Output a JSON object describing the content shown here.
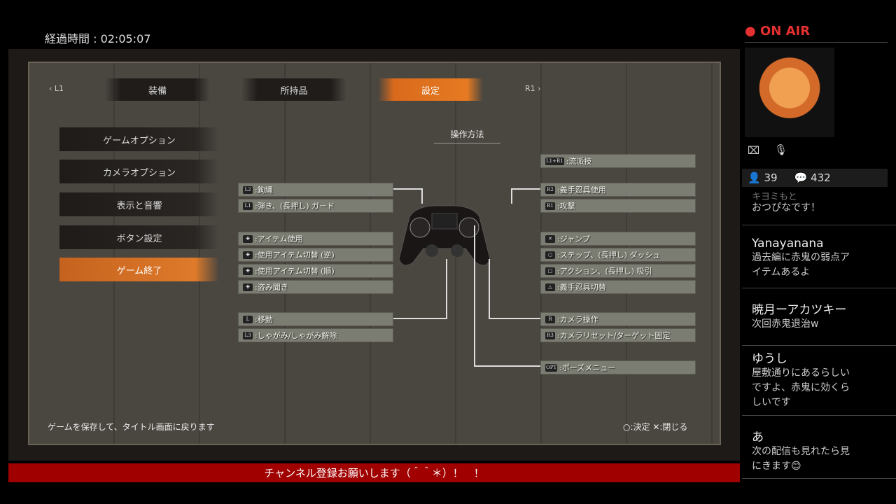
{
  "elapsed": "経過時間 : 02:05:07",
  "tabs": {
    "prev": "L1",
    "next": "R1",
    "items": [
      "装備",
      "所持品",
      "設定"
    ]
  },
  "menu": [
    "ゲームオプション",
    "カメラオプション",
    "表示と音響",
    "ボタン設定",
    "ゲーム終了"
  ],
  "controls_title": "操作方法",
  "left_rows": [
    {
      "k": "L2",
      "t": ":鉤縄"
    },
    {
      "k": "L1",
      "t": ":弾き、(長押し) ガード"
    },
    {
      "k": "✚",
      "t": ":アイテム使用"
    },
    {
      "k": "✚",
      "t": ":使用アイテム切替 (逆)"
    },
    {
      "k": "✚",
      "t": ":使用アイテム切替 (順)"
    },
    {
      "k": "✚",
      "t": ":盗み聞き"
    },
    {
      "k": "L",
      "t": ":移動"
    },
    {
      "k": "L3",
      "t": ":しゃがみ/しゃがみ解除"
    }
  ],
  "right_rows": [
    {
      "k": "L1+R1",
      "t": ":流派技"
    },
    {
      "k": "R2",
      "t": ":義手忍具使用"
    },
    {
      "k": "R1",
      "t": ":攻撃"
    },
    {
      "k": "✕",
      "t": ":ジャンプ"
    },
    {
      "k": "○",
      "t": ":ステップ、(長押し) ダッシュ"
    },
    {
      "k": "□",
      "t": ":アクション、(長押し) 吸引"
    },
    {
      "k": "△",
      "t": ":義手忍具切替"
    },
    {
      "k": "R",
      "t": ":カメラ操作"
    },
    {
      "k": "R3",
      "t": ":カメラリセット/ターゲット固定"
    },
    {
      "k": "OPT",
      "t": ":ポーズメニュー"
    }
  ],
  "footer": {
    "hint": "ゲームを保存して、タイトル画面に戻ります",
    "confirm": "○:決定 ✕:閉じる"
  },
  "banner": "チャンネル登録お願いします（＾＾＊）！　！",
  "stream": {
    "onair": "● ON AIR",
    "viewers": "39",
    "comments": "432"
  },
  "chat": [
    {
      "name": "キヨミもと",
      "msg": "おつぴなです！"
    },
    {
      "name": "Yanayanana",
      "msg": "過去編に赤鬼の弱点アイテムあるよ"
    },
    {
      "name": "暁月ーアカツキー",
      "msg": "次回赤鬼退治w"
    },
    {
      "name": "ゆうし",
      "msg": "屋敷通りにあるらしいですよ、赤鬼に効くらしいです"
    },
    {
      "name": "あ",
      "msg": "次の配信も見れたら見にきます😊"
    }
  ]
}
